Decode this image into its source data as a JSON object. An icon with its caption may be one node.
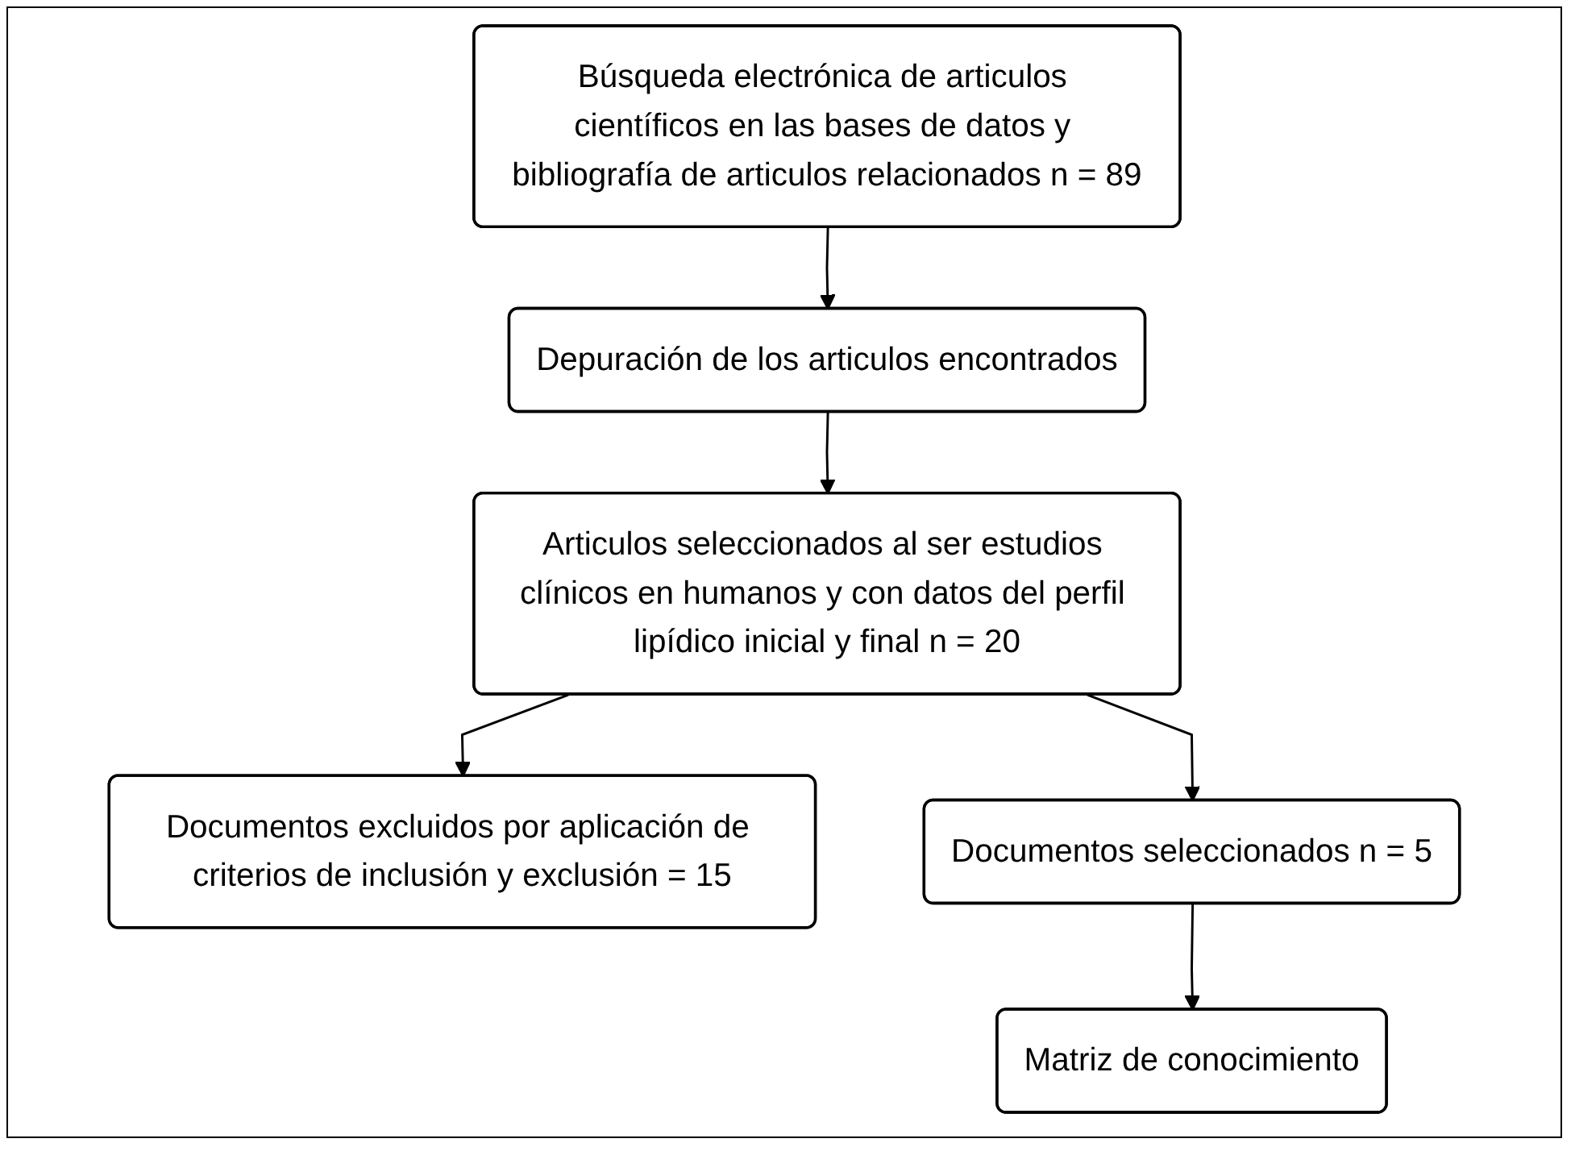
{
  "diagram": {
    "nodes": [
      {
        "text": [
          "Búsqueda electrónica de articulos científicos en las bases de datos y bibliografía de articulos relacionados n = 89"
        ]
      },
      {
        "text": [
          "Depuración de los articulos encontrados"
        ]
      },
      {
        "text": [
          "Articulos seleccionados al ser estudios clínicos en humanos y con datos del perfil lipídico inicial y final n = 20"
        ]
      },
      {
        "text": [
          "Documentos excluidos por aplicación de criterios de inclusión y exclusión = 15"
        ]
      },
      {
        "text": [
          "Documentos seleccionados n = 5"
        ]
      },
      {
        "text": [
          "Matriz de conocimiento"
        ]
      }
    ],
    "edges": [
      {
        "from": 0,
        "to": 1,
        "arrow": "to"
      },
      {
        "from": 1,
        "to": 2,
        "arrow": "to"
      },
      {
        "from": 2,
        "to": 3,
        "arrow": "to"
      },
      {
        "from": 2,
        "to": 4,
        "arrow": "to"
      },
      {
        "from": 4,
        "to": 5,
        "arrow": "to"
      }
    ]
  }
}
